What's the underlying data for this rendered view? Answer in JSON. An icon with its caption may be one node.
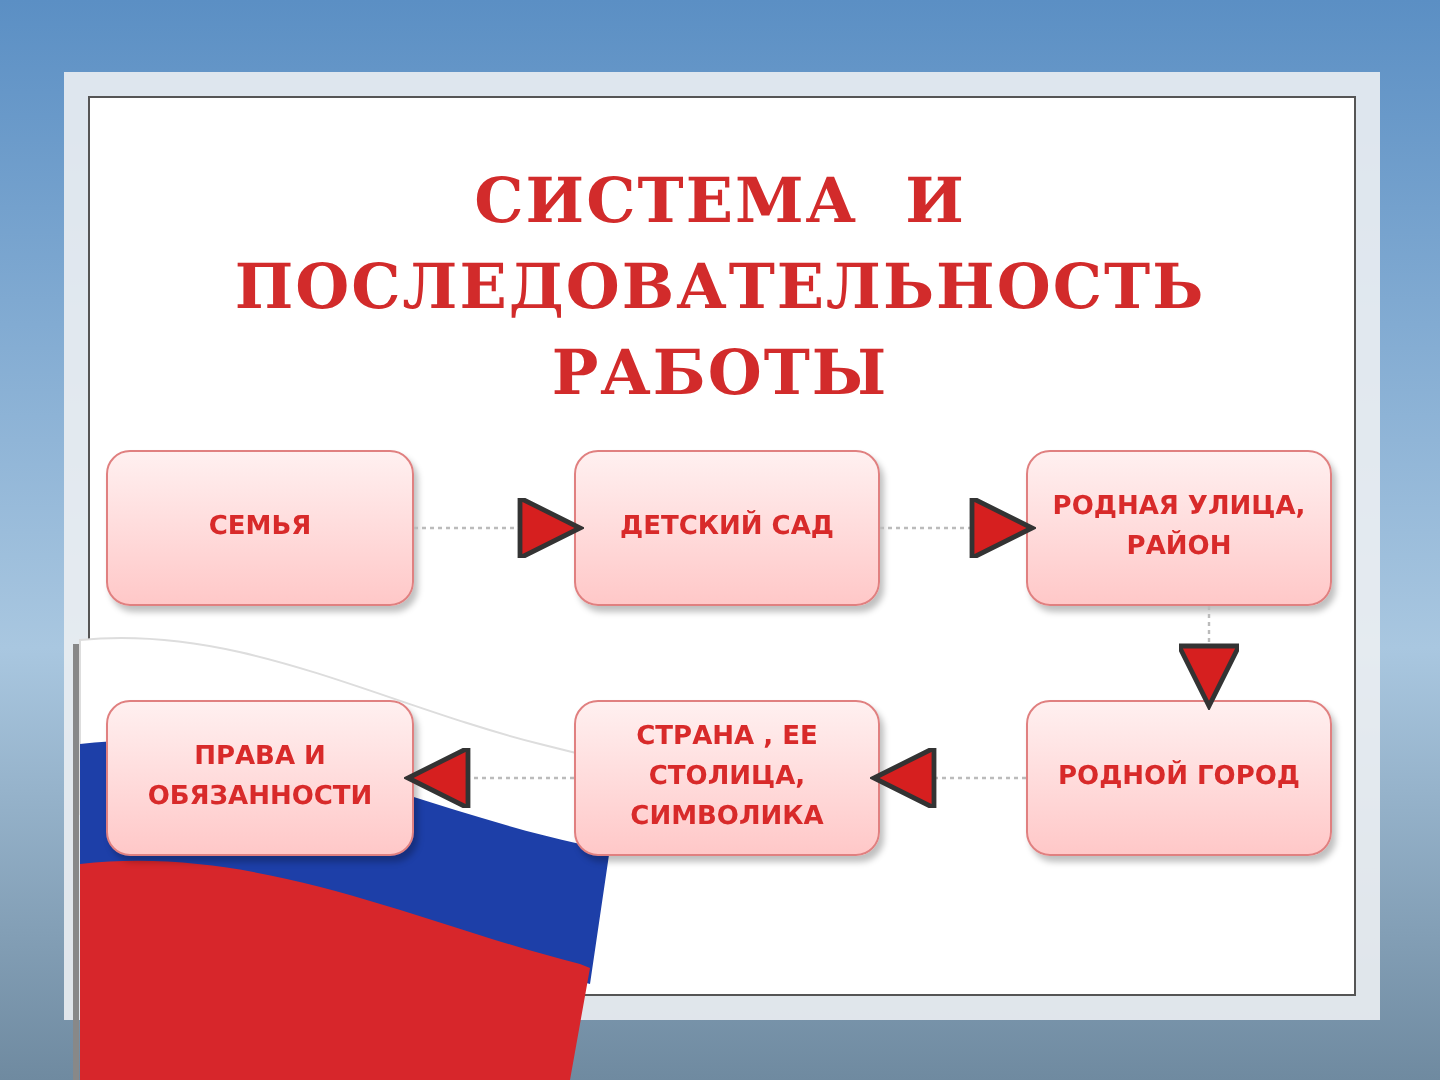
{
  "diagram": {
    "title": "СИСТЕМА  И ПОСЛЕДОВАТЕЛЬНОСТЬ РАБОТЫ",
    "nodes": [
      {
        "text": [
          "СЕМЬЯ"
        ]
      },
      {
        "text": [
          "ДЕТСКИЙ САД"
        ]
      },
      {
        "text": [
          "РОДНАЯ УЛИЦА, РАЙОН"
        ]
      },
      {
        "text": [
          "ПРАВА И ОБЯЗАННОСТИ"
        ]
      },
      {
        "text": [
          "СТРАНА , ЕЕ СТОЛИЦА, СИМВОЛИКА"
        ]
      },
      {
        "text": [
          "РОДНОЙ ГОРОД"
        ]
      }
    ],
    "edges": [
      {
        "from": 0,
        "to": 1,
        "arrow": "to"
      },
      {
        "from": 1,
        "to": 2,
        "arrow": "to"
      },
      {
        "from": 2,
        "to": 5,
        "arrow": "to"
      },
      {
        "from": 5,
        "to": 4,
        "arrow": "to"
      },
      {
        "from": 4,
        "to": 3,
        "arrow": "to"
      }
    ]
  }
}
